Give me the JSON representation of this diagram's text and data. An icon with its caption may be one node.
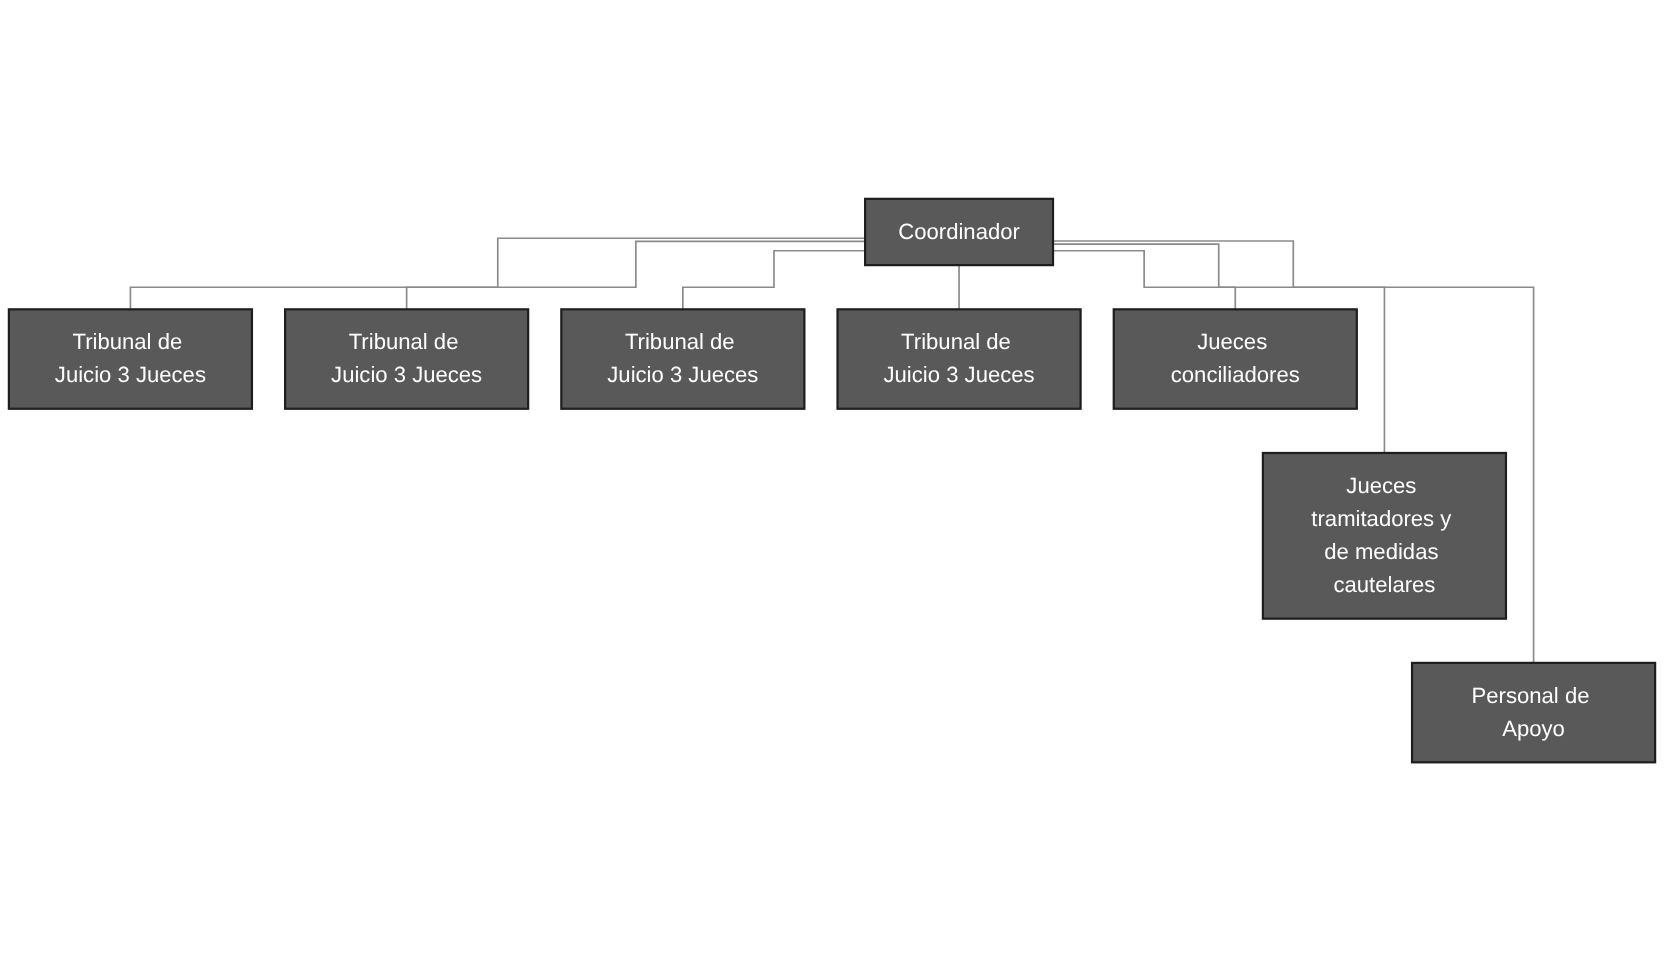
{
  "diagram": {
    "nodes": [
      {
        "text": [
          "Coordinador"
        ]
      },
      {
        "text": [
          "Tribunal de Juicio 3 Jueces"
        ]
      },
      {
        "text": [
          "Tribunal de Juicio 3 Jueces"
        ]
      },
      {
        "text": [
          "Tribunal de Juicio 3 Jueces"
        ]
      },
      {
        "text": [
          "Tribunal de Juicio 3 Jueces"
        ]
      },
      {
        "text": [
          "Jueces tramitadores y de medidas cautelares"
        ]
      },
      {
        "text": [
          "Jueces conciliadores"
        ]
      },
      {
        "text": [
          "Personal de Apoyo"
        ]
      }
    ],
    "edges": [
      {
        "from": 0,
        "to": 1,
        "arrow": "none"
      },
      {
        "from": 0,
        "to": 2,
        "arrow": "none"
      },
      {
        "from": 0,
        "to": 3,
        "arrow": "none"
      },
      {
        "from": 0,
        "to": 4,
        "arrow": "none"
      },
      {
        "from": 0,
        "to": 5,
        "arrow": "none"
      },
      {
        "from": 0,
        "to": 6,
        "arrow": "none"
      },
      {
        "from": 0,
        "to": 7,
        "arrow": "none"
      }
    ]
  }
}
